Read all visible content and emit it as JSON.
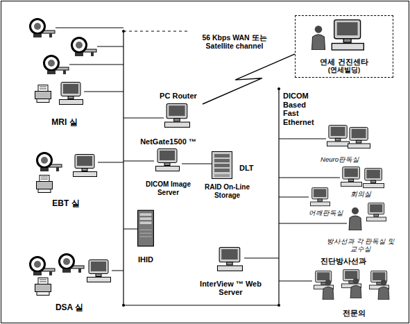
{
  "diagram": {
    "nodes": [
      {
        "text": [
          "MRI 실"
        ]
      },
      {
        "text": [
          "EBT 실"
        ]
      },
      {
        "text": [
          "DSA 실"
        ]
      },
      {
        "text": [
          "PC Router"
        ]
      },
      {
        "text": [
          "NetGate1500 ™",
          "DICOM Image Server"
        ]
      },
      {
        "text": [
          "RAID On-Line Storage"
        ]
      },
      {
        "text": [
          "IHID"
        ]
      },
      {
        "text": [
          "InterView ™ Web Server"
        ]
      },
      {
        "text": [
          "연세 건진센타",
          "(연세빌딩)"
        ]
      },
      {
        "text": [
          "Neuro판독실"
        ]
      },
      {
        "text": [
          "회의실"
        ]
      },
      {
        "text": [
          "어깨판독실"
        ]
      },
      {
        "text": [
          "방사선과 각 판독실 및 교수실"
        ]
      },
      {
        "text": [
          "전문의"
        ]
      }
    ],
    "edges": [
      {
        "from": 3,
        "to": 8,
        "arrow": "none",
        "label": "56 Kbps WAN 또는 Satellite channel"
      }
    ],
    "labels": [
      "DLT",
      "DICOM Based Fast Ethernet",
      "진단방사선과"
    ]
  }
}
